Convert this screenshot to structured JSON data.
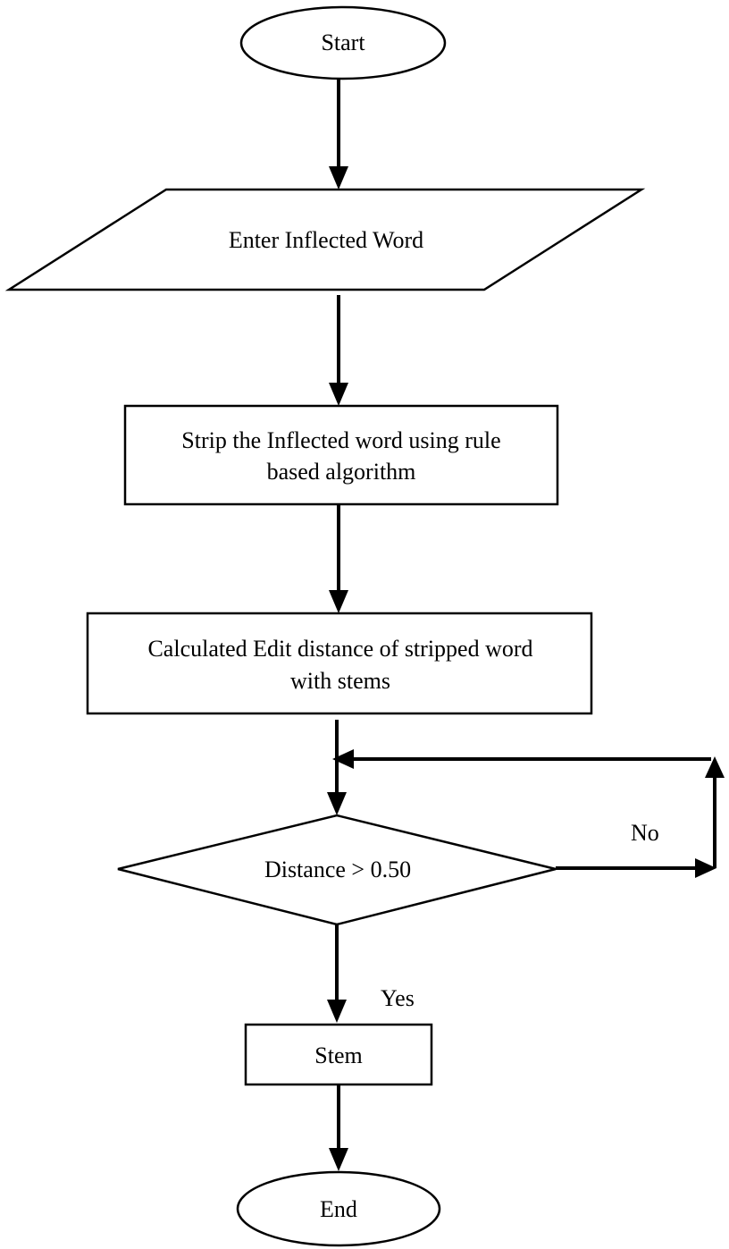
{
  "nodes": {
    "start": "Start",
    "input": "Enter Inflected Word",
    "strip_line1": "Strip the Inflected word using rule",
    "strip_line2": "based algorithm",
    "calc_line1": "Calculated Edit distance of stripped word",
    "calc_line2": "with stems",
    "decision": "Distance > 0.50",
    "stem": "Stem",
    "end": "End"
  },
  "edges": {
    "no_label": "No",
    "yes_label": "Yes"
  }
}
